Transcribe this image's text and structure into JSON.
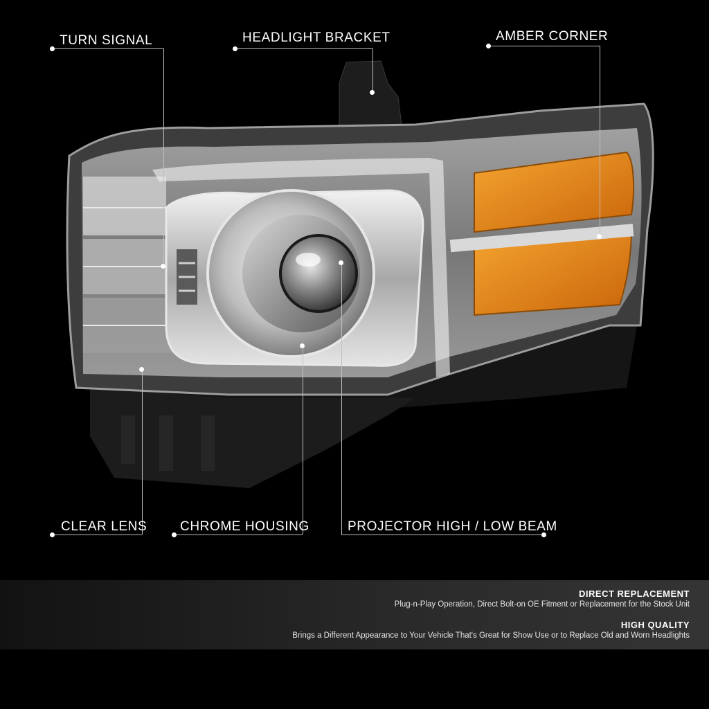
{
  "callouts": {
    "turn_signal": "TURN SIGNAL",
    "headlight_bracket": "HEADLIGHT BRACKET",
    "amber_corner": "AMBER CORNER",
    "clear_lens": "CLEAR LENS",
    "chrome_housing": "CHROME HOUSING",
    "projector_beam": "PROJECTOR HIGH / LOW BEAM"
  },
  "features": [
    {
      "title": "DIRECT REPLACEMENT",
      "desc": "Plug-n-Play Operation, Direct Bolt-on OE Fitment or Replacement for the Stock Unit"
    },
    {
      "title": "HIGH QUALITY",
      "desc": "Brings a Different Appearance to Your Vehicle That's Great for Show Use or to Replace Old and Worn Headlights"
    }
  ],
  "colors": {
    "background": "#000000",
    "amber": "#e0820f",
    "chrome": "#c9c9c9",
    "label": "#ffffff"
  }
}
